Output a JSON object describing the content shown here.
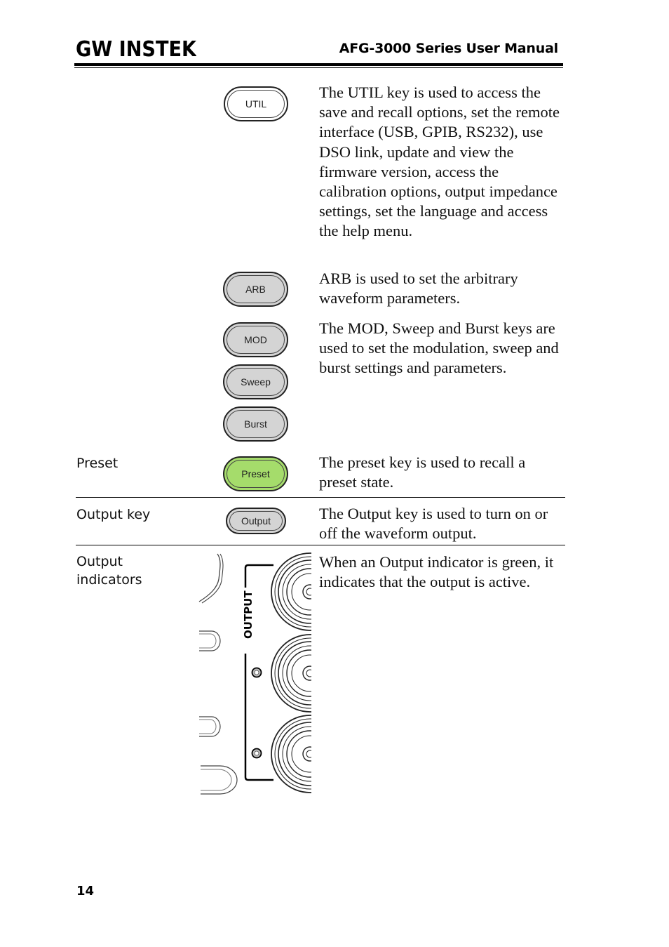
{
  "header": {
    "brand": "GW INSTEK",
    "manual_title": "AFG-3000 Series User Manual"
  },
  "rows": [
    {
      "label": "",
      "keys": [
        "UTIL"
      ],
      "description": "The UTIL key is used to access the save and recall options, set the remote interface (USB, GPIB, RS232), use DSO link, update and view the firmware version, access the calibration options, output impedance settings, set the language and access the help menu."
    },
    {
      "label": "",
      "keys": [
        "ARB"
      ],
      "description": "ARB is used to set the arbitrary waveform parameters."
    },
    {
      "label": "",
      "keys": [
        "MOD",
        "Sweep",
        "Burst"
      ],
      "description": "The MOD, Sweep and Burst keys are used to set the modulation, sweep and burst settings and parameters."
    },
    {
      "label": "Preset",
      "keys": [
        "Preset"
      ],
      "description": "The preset key is used to recall a preset state."
    },
    {
      "label": "Output key",
      "keys": [
        "Output"
      ],
      "description": "The Output key is used to turn on or off the waveform output."
    },
    {
      "label": "Output indicators",
      "panel_label": "OUTPUT",
      "description": "When an Output indicator is green, it indicates that the output is active."
    }
  ],
  "colors": {
    "preset_key": "#a5dc6b",
    "grey_key": "#d4d4d4"
  },
  "page_number": "14"
}
